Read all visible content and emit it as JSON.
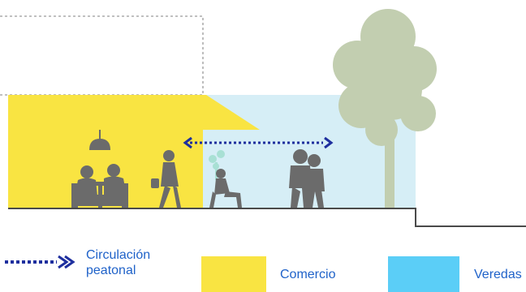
{
  "colors": {
    "comercio": "#F9E442",
    "veredas": "#5BCEF7",
    "veredas_zone": "#D6EEF6",
    "arrow": "#1E2F9E",
    "legend_text": "#1F62C9",
    "silhouette": "#6B6B6B",
    "ground_line": "#4A4A4A",
    "tree": "#C2CEB0",
    "outline_dashed": "#9A9A9A"
  },
  "legend": {
    "circulation": {
      "line1": "Circulación",
      "line2": "peatonal",
      "icon": "dotted-arrow-icon"
    },
    "comercio": {
      "label": "Comercio"
    },
    "veredas": {
      "label": "Veredas"
    }
  },
  "scene": {
    "icons": [
      "dashed-building-outline",
      "awning",
      "pendant-lamp",
      "seated-diners",
      "walking-woman",
      "seated-person-with-plant",
      "couple-walking",
      "tree",
      "double-arrow"
    ]
  }
}
